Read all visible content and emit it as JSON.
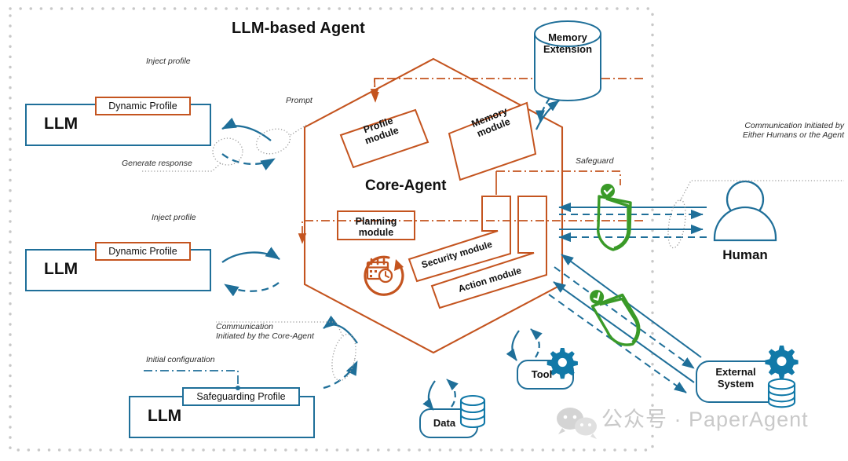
{
  "diagram": {
    "title": "LLM-based Agent",
    "core": {
      "label": "Core-Agent"
    },
    "outer_frame": {
      "style": "dotted",
      "color": "#c8c8c8"
    },
    "colors": {
      "orange": "#c4541f",
      "blue": "#1f6f99",
      "blue_dark": "#1a5f86",
      "green": "#3a9a28",
      "teal_icon": "#1179a8",
      "gray": "#808080",
      "watermark": "#c9c9c9"
    }
  },
  "modules": [
    {
      "id": "profile",
      "label": "Profile\nmodule",
      "shape": "rotated-rect"
    },
    {
      "id": "memory",
      "label": "Memory\nmodule",
      "shape": "rotated-rect"
    },
    {
      "id": "planning",
      "label": "Planning\nmodule",
      "shape": "rect"
    },
    {
      "id": "security",
      "label": "Security module",
      "shape": "bent-bar"
    },
    {
      "id": "action",
      "label": "Action module",
      "shape": "bent-bar"
    }
  ],
  "llm_blocks": [
    {
      "id": "llm-top",
      "label": "LLM",
      "profile": "Dynamic Profile"
    },
    {
      "id": "llm-middle",
      "label": "LLM",
      "profile": "Dynamic Profile"
    },
    {
      "id": "llm-bottom",
      "label": "LLM",
      "profile": "Safeguarding Profile"
    }
  ],
  "nodes": {
    "memory_extension": "Memory\nExtension",
    "memory_extension_line1": "Memory",
    "memory_extension_line2": "Extension",
    "human": "Human",
    "tool": "Tool",
    "data": "Data",
    "external_system_line1": "External",
    "external_system_line2": "System"
  },
  "annotations": {
    "inject_profile_top": "Inject profile",
    "inject_profile_mid": "Inject profile",
    "prompt": "Prompt",
    "generate_response": "Generate response",
    "safeguard": "Safeguard",
    "comm_human": "Communication Initiated by\nEither Humans or the Agent",
    "comm_human_l1": "Communication Initiated by",
    "comm_human_l2": "Either Humans or the Agent",
    "comm_core": "Communication\nInitiated by the Core-Agent",
    "comm_core_l1": "Communication",
    "comm_core_l2": "Initiated by the Core-Agent",
    "initial_configuration": "Initial configuration"
  },
  "watermark": {
    "text": "公众号 · PaperAgent"
  }
}
